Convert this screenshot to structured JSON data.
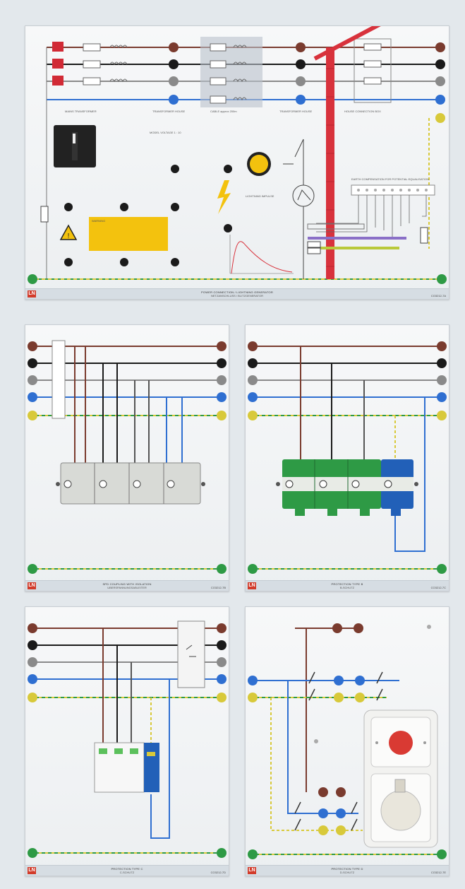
{
  "panels": {
    "lightning": {
      "footer_title": "POWER CONNECTION / LIGHTNING GENERATOR",
      "footer_sub": "NETZANSCHLUSS / BLITZGENERATOR",
      "code": "CO3212-7A",
      "logo": "LN",
      "labels": {
        "main_transformer": "MAINS TRANSFORMER",
        "transformer_house": "TRANSFORMER HOUSE",
        "cable": "CABLE approx 200m",
        "transformer_house2": "TRANSFORMER HOUSE",
        "house_connection": "HOUSE CONNECTION BOX",
        "model_voltage": "MODEL VOLTAGE 1 : 10",
        "lightning_impulse": "LIGHTNING IMPULSE",
        "earth_comp": "EARTH COMPENSATION FOR POTENTIAL EQUALISATION",
        "warning": "WARNING"
      }
    },
    "surge": {
      "footer_title": "SPD COUPLING WITH ISOLATION",
      "footer_sub": "UBERSPANNUNGSABLEITER",
      "code": "CO3212-7B",
      "logo": "LN"
    },
    "protection_b1": {
      "footer_title": "PROTECTION TYPE B",
      "footer_sub": "B-SCHUTZ",
      "code": "CO3212-7C",
      "logo": "LN"
    },
    "protection_c": {
      "footer_title": "PROTECTION TYPE C",
      "footer_sub": "C-SCHUTZ",
      "code": "CO3212-7D",
      "logo": "LN"
    },
    "protection_d": {
      "footer_title": "PROTECTION TYPE D",
      "footer_sub": "D-SCHUTZ",
      "code": "CO3212-7E",
      "logo": "LN"
    }
  },
  "colors": {
    "l1": "#7a3b2e",
    "l2": "#1a1a1a",
    "l3": "#8a8a8a",
    "n": "#2f6fd1",
    "pe": "#d8c93a",
    "red_mast": "#d8323c",
    "spd_green": "#2e9a45",
    "spd_blue": "#2260b8"
  }
}
